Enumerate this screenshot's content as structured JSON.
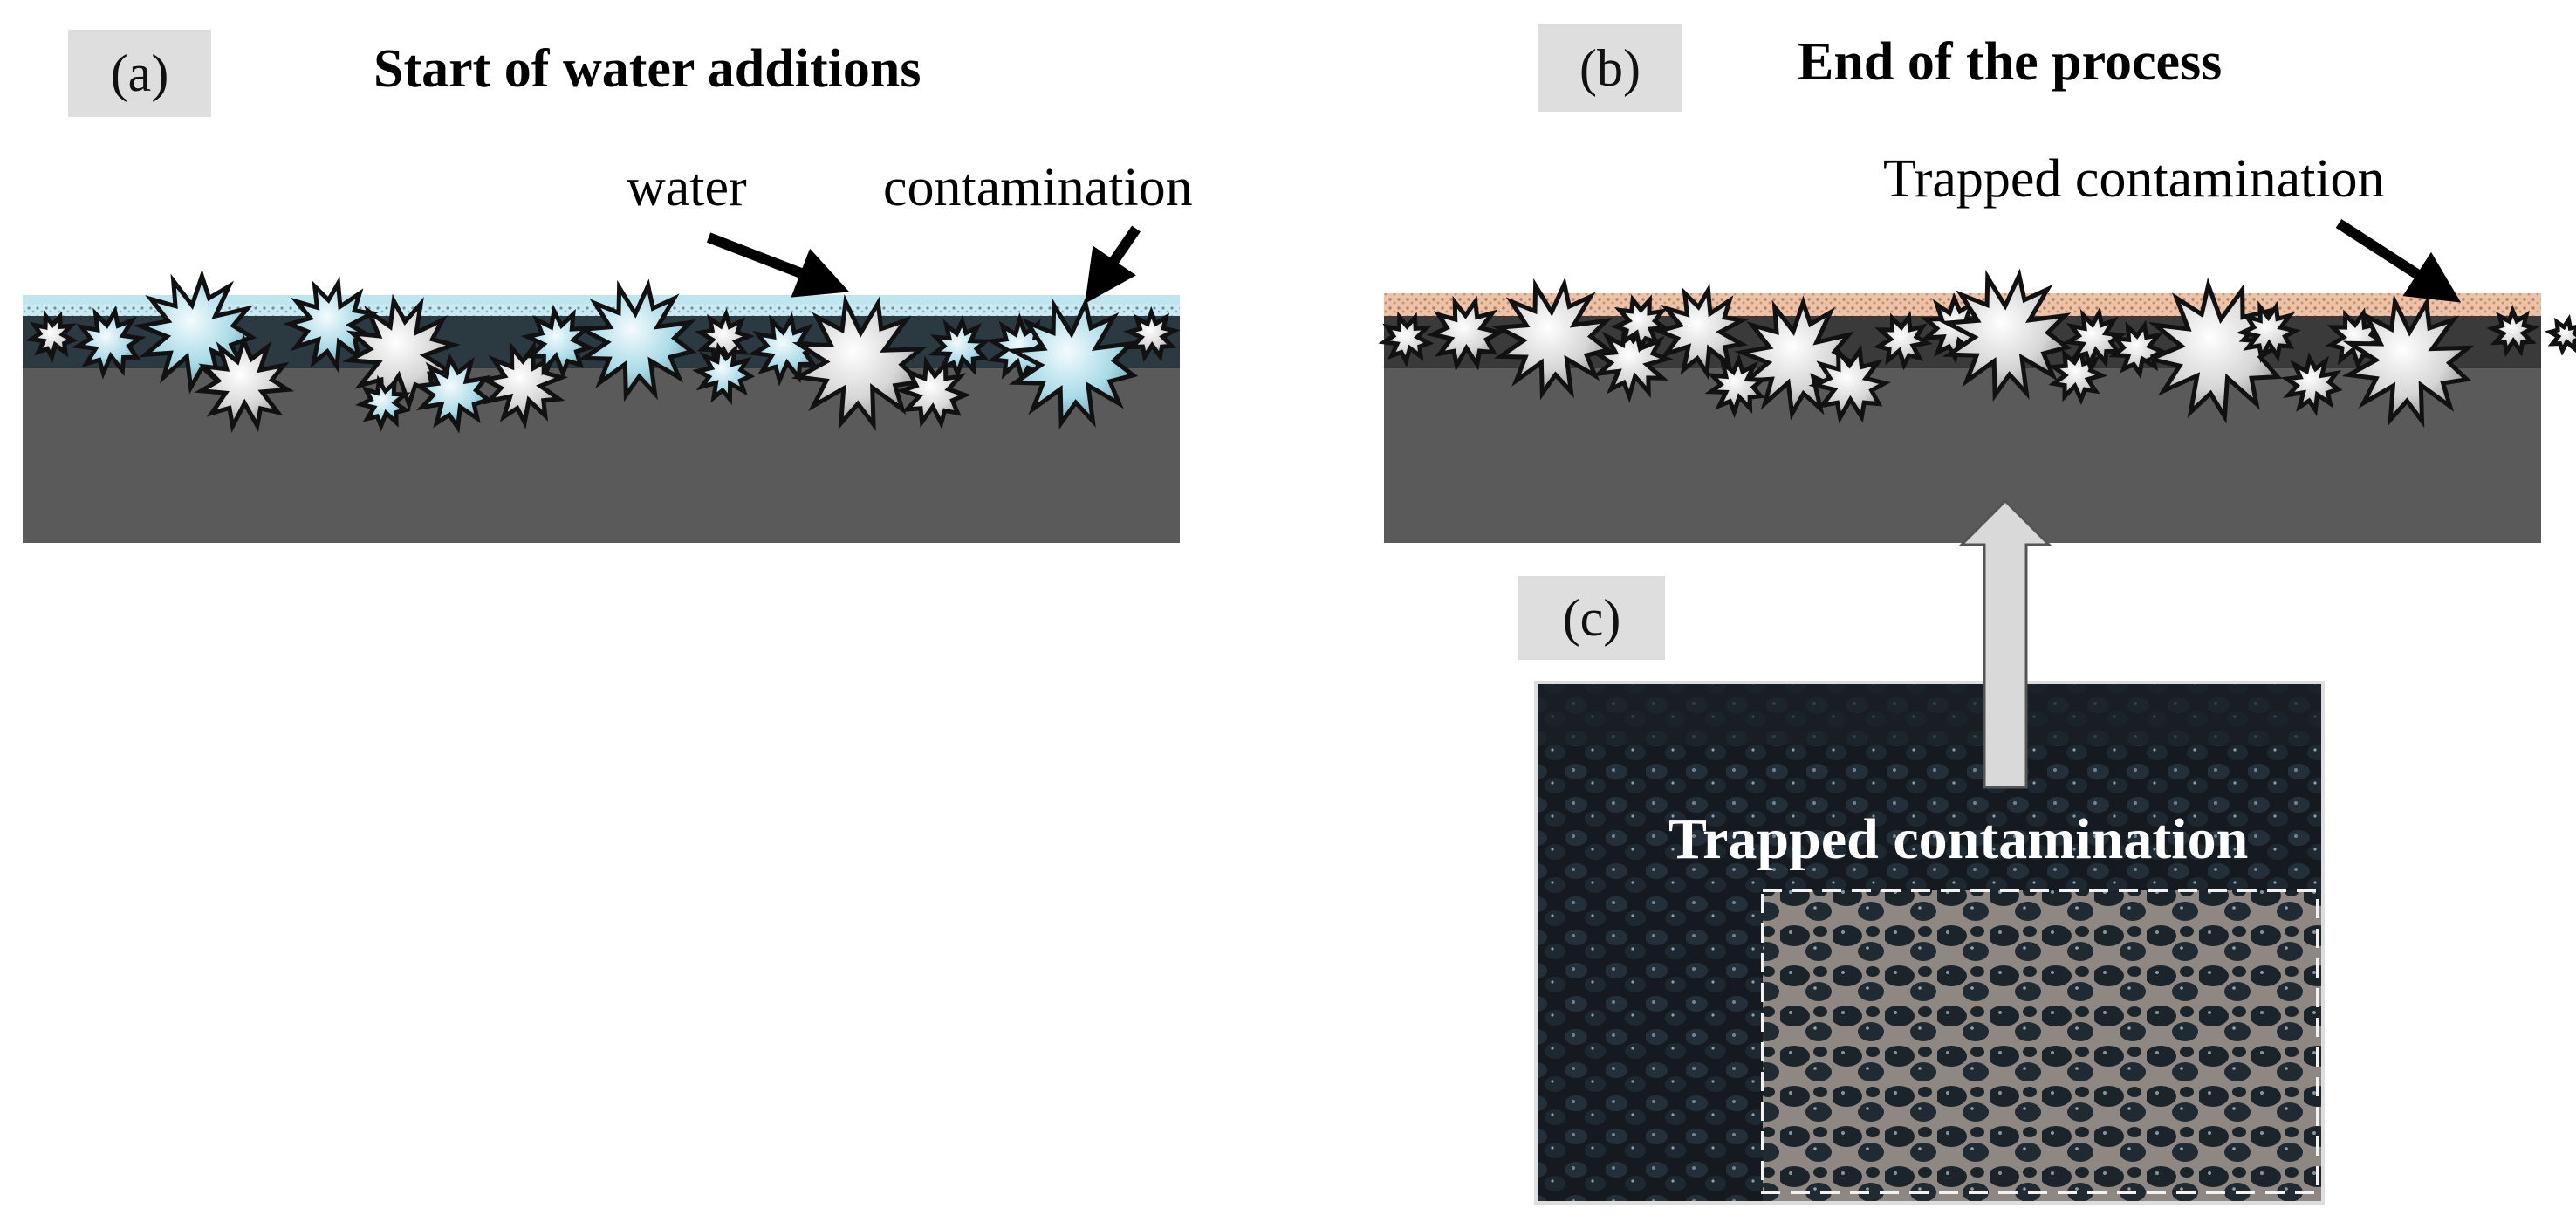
{
  "panel_a": {
    "tag": "(a)",
    "title": "Start of water additions",
    "water_label": "water",
    "contamination_label": "contamination"
  },
  "panel_b": {
    "tag": "(b)",
    "title": "End of the process",
    "trapped_label": "Trapped contamination"
  },
  "panel_c": {
    "tag": "(c)",
    "photo_label": "Trapped contamination"
  },
  "colors": {
    "substrate": "#5a5a5a",
    "water": "#bfe6ef",
    "contamination_final": "#e7b79c",
    "tag_background": "#dedede"
  }
}
